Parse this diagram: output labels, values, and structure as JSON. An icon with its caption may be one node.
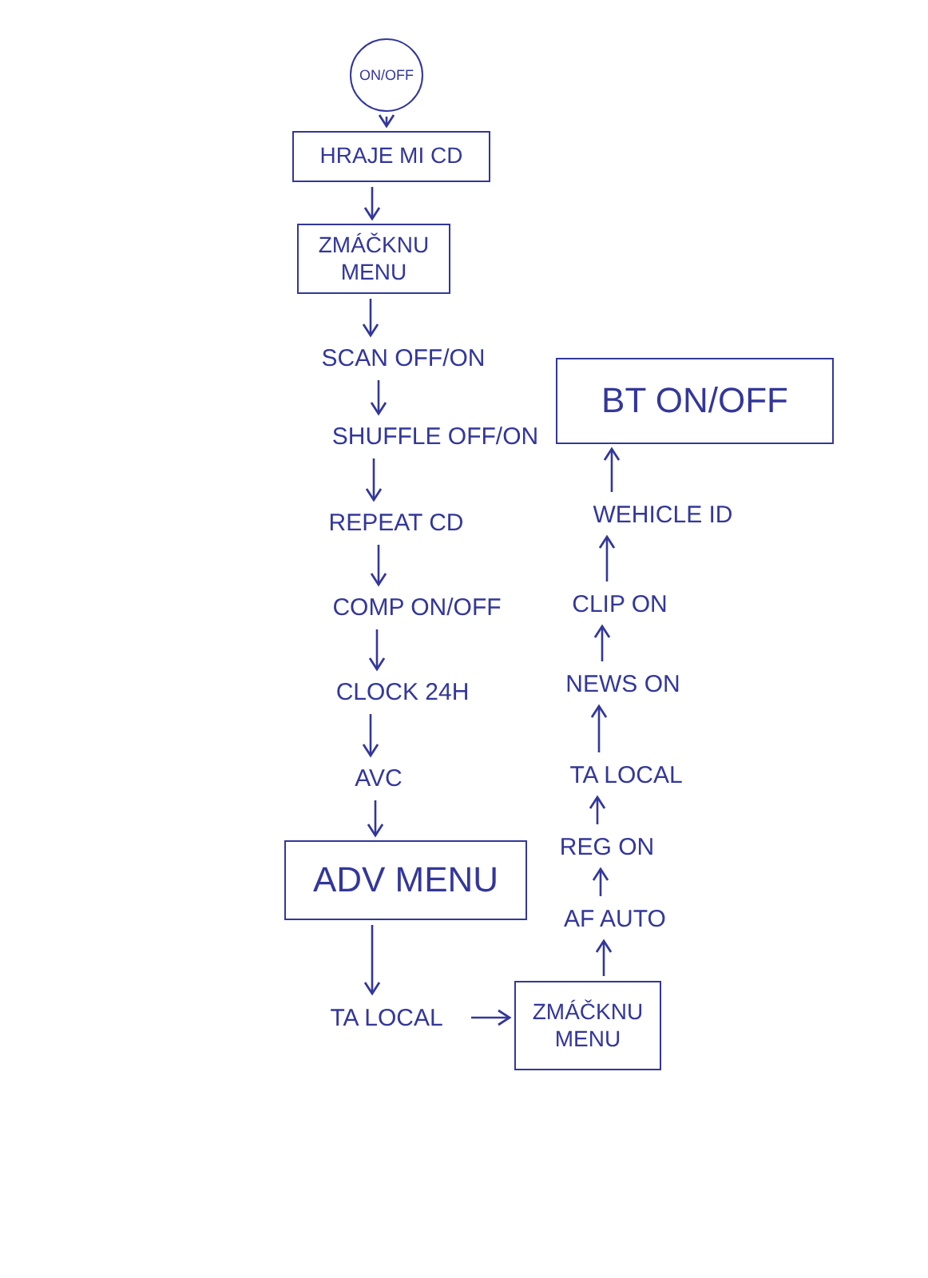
{
  "diagram": {
    "nodes": [
      {
        "text": [
          "ON/OFF"
        ]
      },
      {
        "text": [
          "HRAJE MI CD"
        ]
      },
      {
        "text": [
          "ZMÁČKNU MENU"
        ]
      },
      {
        "text": [
          "SCAN OFF/ON"
        ]
      },
      {
        "text": [
          "SHUFFLE OFF/ON"
        ]
      },
      {
        "text": [
          "REPEAT CD"
        ]
      },
      {
        "text": [
          "COMP ON/OFF"
        ]
      },
      {
        "text": [
          "CLOCK 24H"
        ]
      },
      {
        "text": [
          "AVC"
        ]
      },
      {
        "text": [
          "ADV MENU"
        ]
      },
      {
        "text": [
          "TA LOCAL"
        ]
      },
      {
        "text": [
          "ZMÁČKNU MENU"
        ]
      },
      {
        "text": [
          "AF AUTO"
        ]
      },
      {
        "text": [
          "REG ON"
        ]
      },
      {
        "text": [
          "TA LOCAL"
        ]
      },
      {
        "text": [
          "NEWS ON"
        ]
      },
      {
        "text": [
          "CLIP ON"
        ]
      },
      {
        "text": [
          "WEHICLE ID"
        ]
      },
      {
        "text": [
          "BT ON/OFF"
        ]
      }
    ],
    "edges": [
      {
        "from": 0,
        "to": 1,
        "arrow": "to"
      },
      {
        "from": 1,
        "to": 2,
        "arrow": "to"
      },
      {
        "from": 2,
        "to": 3,
        "arrow": "to"
      },
      {
        "from": 3,
        "to": 4,
        "arrow": "to"
      },
      {
        "from": 4,
        "to": 5,
        "arrow": "to"
      },
      {
        "from": 5,
        "to": 6,
        "arrow": "to"
      },
      {
        "from": 6,
        "to": 7,
        "arrow": "to"
      },
      {
        "from": 7,
        "to": 8,
        "arrow": "to"
      },
      {
        "from": 8,
        "to": 9,
        "arrow": "to"
      },
      {
        "from": 9,
        "to": 10,
        "arrow": "to"
      },
      {
        "from": 10,
        "to": 11,
        "arrow": "to"
      },
      {
        "from": 11,
        "to": 12,
        "arrow": "to"
      },
      {
        "from": 12,
        "to": 13,
        "arrow": "to"
      },
      {
        "from": 13,
        "to": 14,
        "arrow": "to"
      },
      {
        "from": 14,
        "to": 15,
        "arrow": "to"
      },
      {
        "from": 15,
        "to": 16,
        "arrow": "to"
      },
      {
        "from": 16,
        "to": 17,
        "arrow": "to"
      },
      {
        "from": 17,
        "to": 18,
        "arrow": "to"
      }
    ]
  }
}
